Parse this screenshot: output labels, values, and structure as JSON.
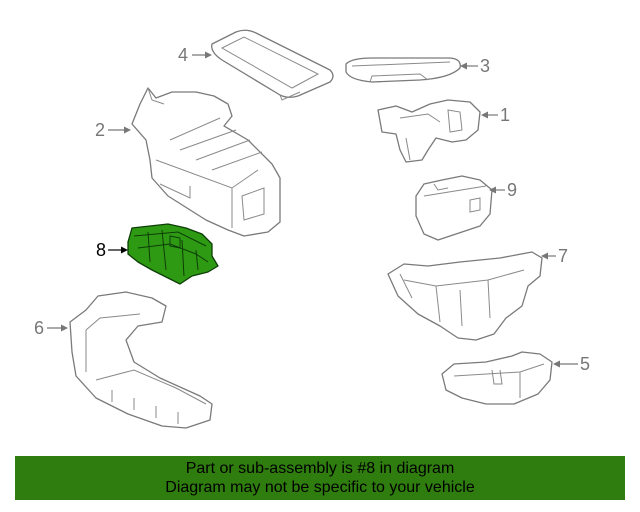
{
  "diagram": {
    "highlighted_part": "8",
    "callouts": [
      {
        "id": "1",
        "label": "1"
      },
      {
        "id": "2",
        "label": "2"
      },
      {
        "id": "3",
        "label": "3"
      },
      {
        "id": "4",
        "label": "4"
      },
      {
        "id": "5",
        "label": "5"
      },
      {
        "id": "6",
        "label": "6"
      },
      {
        "id": "7",
        "label": "7"
      },
      {
        "id": "8",
        "label": "8"
      },
      {
        "id": "9",
        "label": "9"
      }
    ],
    "colors": {
      "highlight_fill": "#2e9a14",
      "part_stroke": "#7a7a7a",
      "banner_bg": "#2e7d0e"
    }
  },
  "banner": {
    "line1": "Part or sub-assembly is #8 in diagram",
    "line2": "Diagram may not be specific to your vehicle"
  }
}
